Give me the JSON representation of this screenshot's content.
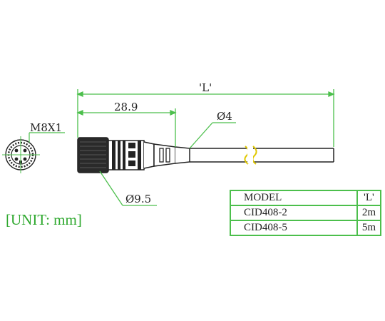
{
  "dimensions": {
    "thread": "M8X1",
    "overall_length": "'L'",
    "length_to_connector": "28.9",
    "cable_diameter": "Ø4",
    "nut_diameter": "Ø9.5"
  },
  "unit_label": "[UNIT: mm]",
  "table": {
    "headers": [
      "MODEL",
      "'L'"
    ],
    "rows": [
      {
        "model": "CID408-2",
        "length": "2m"
      },
      {
        "model": "CID408-5",
        "length": "5m"
      }
    ]
  },
  "colors": {
    "dimension_lines": "#4cbf4c",
    "outline": "#222222",
    "unit_text": "#2ea82e"
  }
}
